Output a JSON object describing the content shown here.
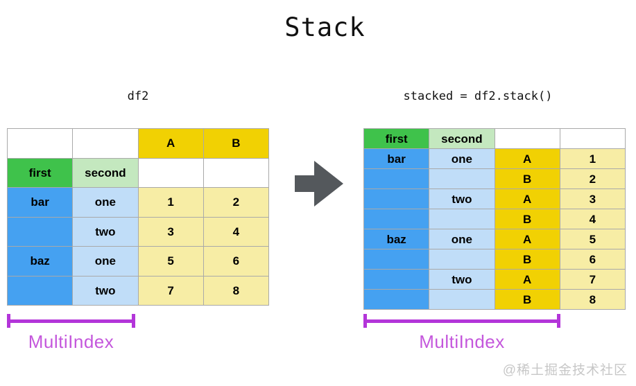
{
  "title": "Stack",
  "left_panel": {
    "label": "df2",
    "bracket_label": "MultiIndex",
    "table_rows": [
      [
        {
          "c": "w",
          "t": ""
        },
        {
          "c": "w",
          "t": ""
        },
        {
          "c": "y",
          "t": "A"
        },
        {
          "c": "y",
          "t": "B"
        }
      ],
      [
        {
          "c": "g",
          "t": "first"
        },
        {
          "c": "lg",
          "t": "second"
        },
        {
          "c": "w",
          "t": ""
        },
        {
          "c": "w",
          "t": ""
        }
      ],
      [
        {
          "c": "b",
          "t": "bar"
        },
        {
          "c": "lb",
          "t": "one"
        },
        {
          "c": "ly",
          "t": "1"
        },
        {
          "c": "ly",
          "t": "2"
        }
      ],
      [
        {
          "c": "b",
          "t": ""
        },
        {
          "c": "lb",
          "t": "two"
        },
        {
          "c": "ly",
          "t": "3"
        },
        {
          "c": "ly",
          "t": "4"
        }
      ],
      [
        {
          "c": "b",
          "t": "baz"
        },
        {
          "c": "lb",
          "t": "one"
        },
        {
          "c": "ly",
          "t": "5"
        },
        {
          "c": "ly",
          "t": "6"
        }
      ],
      [
        {
          "c": "b",
          "t": ""
        },
        {
          "c": "lb",
          "t": "two"
        },
        {
          "c": "ly",
          "t": "7"
        },
        {
          "c": "ly",
          "t": "8"
        }
      ]
    ]
  },
  "right_panel": {
    "label": "stacked = df2.stack()",
    "bracket_label": "MultiIndex",
    "table_rows": [
      [
        {
          "c": "g",
          "t": "first"
        },
        {
          "c": "lg",
          "t": "second"
        },
        {
          "c": "w",
          "t": ""
        },
        {
          "c": "w",
          "t": ""
        }
      ],
      [
        {
          "c": "b",
          "t": "bar"
        },
        {
          "c": "lb",
          "t": "one"
        },
        {
          "c": "y",
          "t": "A"
        },
        {
          "c": "ly",
          "t": "1"
        }
      ],
      [
        {
          "c": "b",
          "t": ""
        },
        {
          "c": "lb",
          "t": ""
        },
        {
          "c": "y",
          "t": "B"
        },
        {
          "c": "ly",
          "t": "2"
        }
      ],
      [
        {
          "c": "b",
          "t": ""
        },
        {
          "c": "lb",
          "t": "two"
        },
        {
          "c": "y",
          "t": "A"
        },
        {
          "c": "ly",
          "t": "3"
        }
      ],
      [
        {
          "c": "b",
          "t": ""
        },
        {
          "c": "lb",
          "t": ""
        },
        {
          "c": "y",
          "t": "B"
        },
        {
          "c": "ly",
          "t": "4"
        }
      ],
      [
        {
          "c": "b",
          "t": "baz"
        },
        {
          "c": "lb",
          "t": "one"
        },
        {
          "c": "y",
          "t": "A"
        },
        {
          "c": "ly",
          "t": "5"
        }
      ],
      [
        {
          "c": "b",
          "t": ""
        },
        {
          "c": "lb",
          "t": ""
        },
        {
          "c": "y",
          "t": "B"
        },
        {
          "c": "ly",
          "t": "6"
        }
      ],
      [
        {
          "c": "b",
          "t": ""
        },
        {
          "c": "lb",
          "t": "two"
        },
        {
          "c": "y",
          "t": "A"
        },
        {
          "c": "ly",
          "t": "7"
        }
      ],
      [
        {
          "c": "b",
          "t": ""
        },
        {
          "c": "lb",
          "t": ""
        },
        {
          "c": "y",
          "t": "B"
        },
        {
          "c": "ly",
          "t": "8"
        }
      ]
    ]
  },
  "watermark": "@稀土掘金技术社区",
  "colors": {
    "green": "#3fc24b",
    "light_green": "#c4e8bf",
    "blue": "#45a1f1",
    "light_blue": "#c0ddf8",
    "yellow": "#f1d103",
    "light_yellow": "#f7eda5",
    "border": "#a9a9a9",
    "arrow": "#54585c",
    "bracket": "#b335d9",
    "bracket_text": "#c457dc",
    "watermark": "#c7c7c7"
  }
}
